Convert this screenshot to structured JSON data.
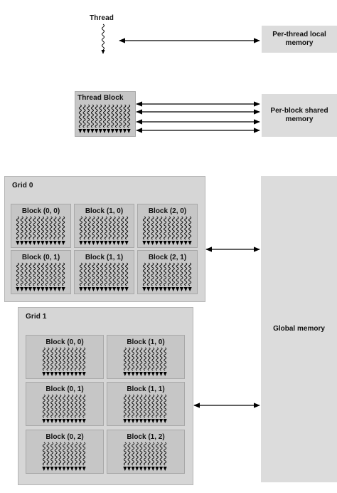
{
  "thread": {
    "label": "Thread"
  },
  "thread_block": {
    "label": "Thread Block"
  },
  "local_memory": {
    "line1": "Per-thread local",
    "line2": "memory"
  },
  "shared_memory": {
    "line1": "Per-block shared",
    "line2": "memory"
  },
  "global_memory": {
    "label": "Global memory"
  },
  "grid0": {
    "label": "Grid 0",
    "blocks": [
      "Block (0, 0)",
      "Block (1, 0)",
      "Block (2, 0)",
      "Block (0, 1)",
      "Block (1, 1)",
      "Block (2, 1)"
    ]
  },
  "grid1": {
    "label": "Grid 1",
    "blocks": [
      "Block (0, 0)",
      "Block (1, 0)",
      "Block (0, 1)",
      "Block (1, 1)",
      "Block (0, 2)",
      "Block (1, 2)"
    ]
  }
}
